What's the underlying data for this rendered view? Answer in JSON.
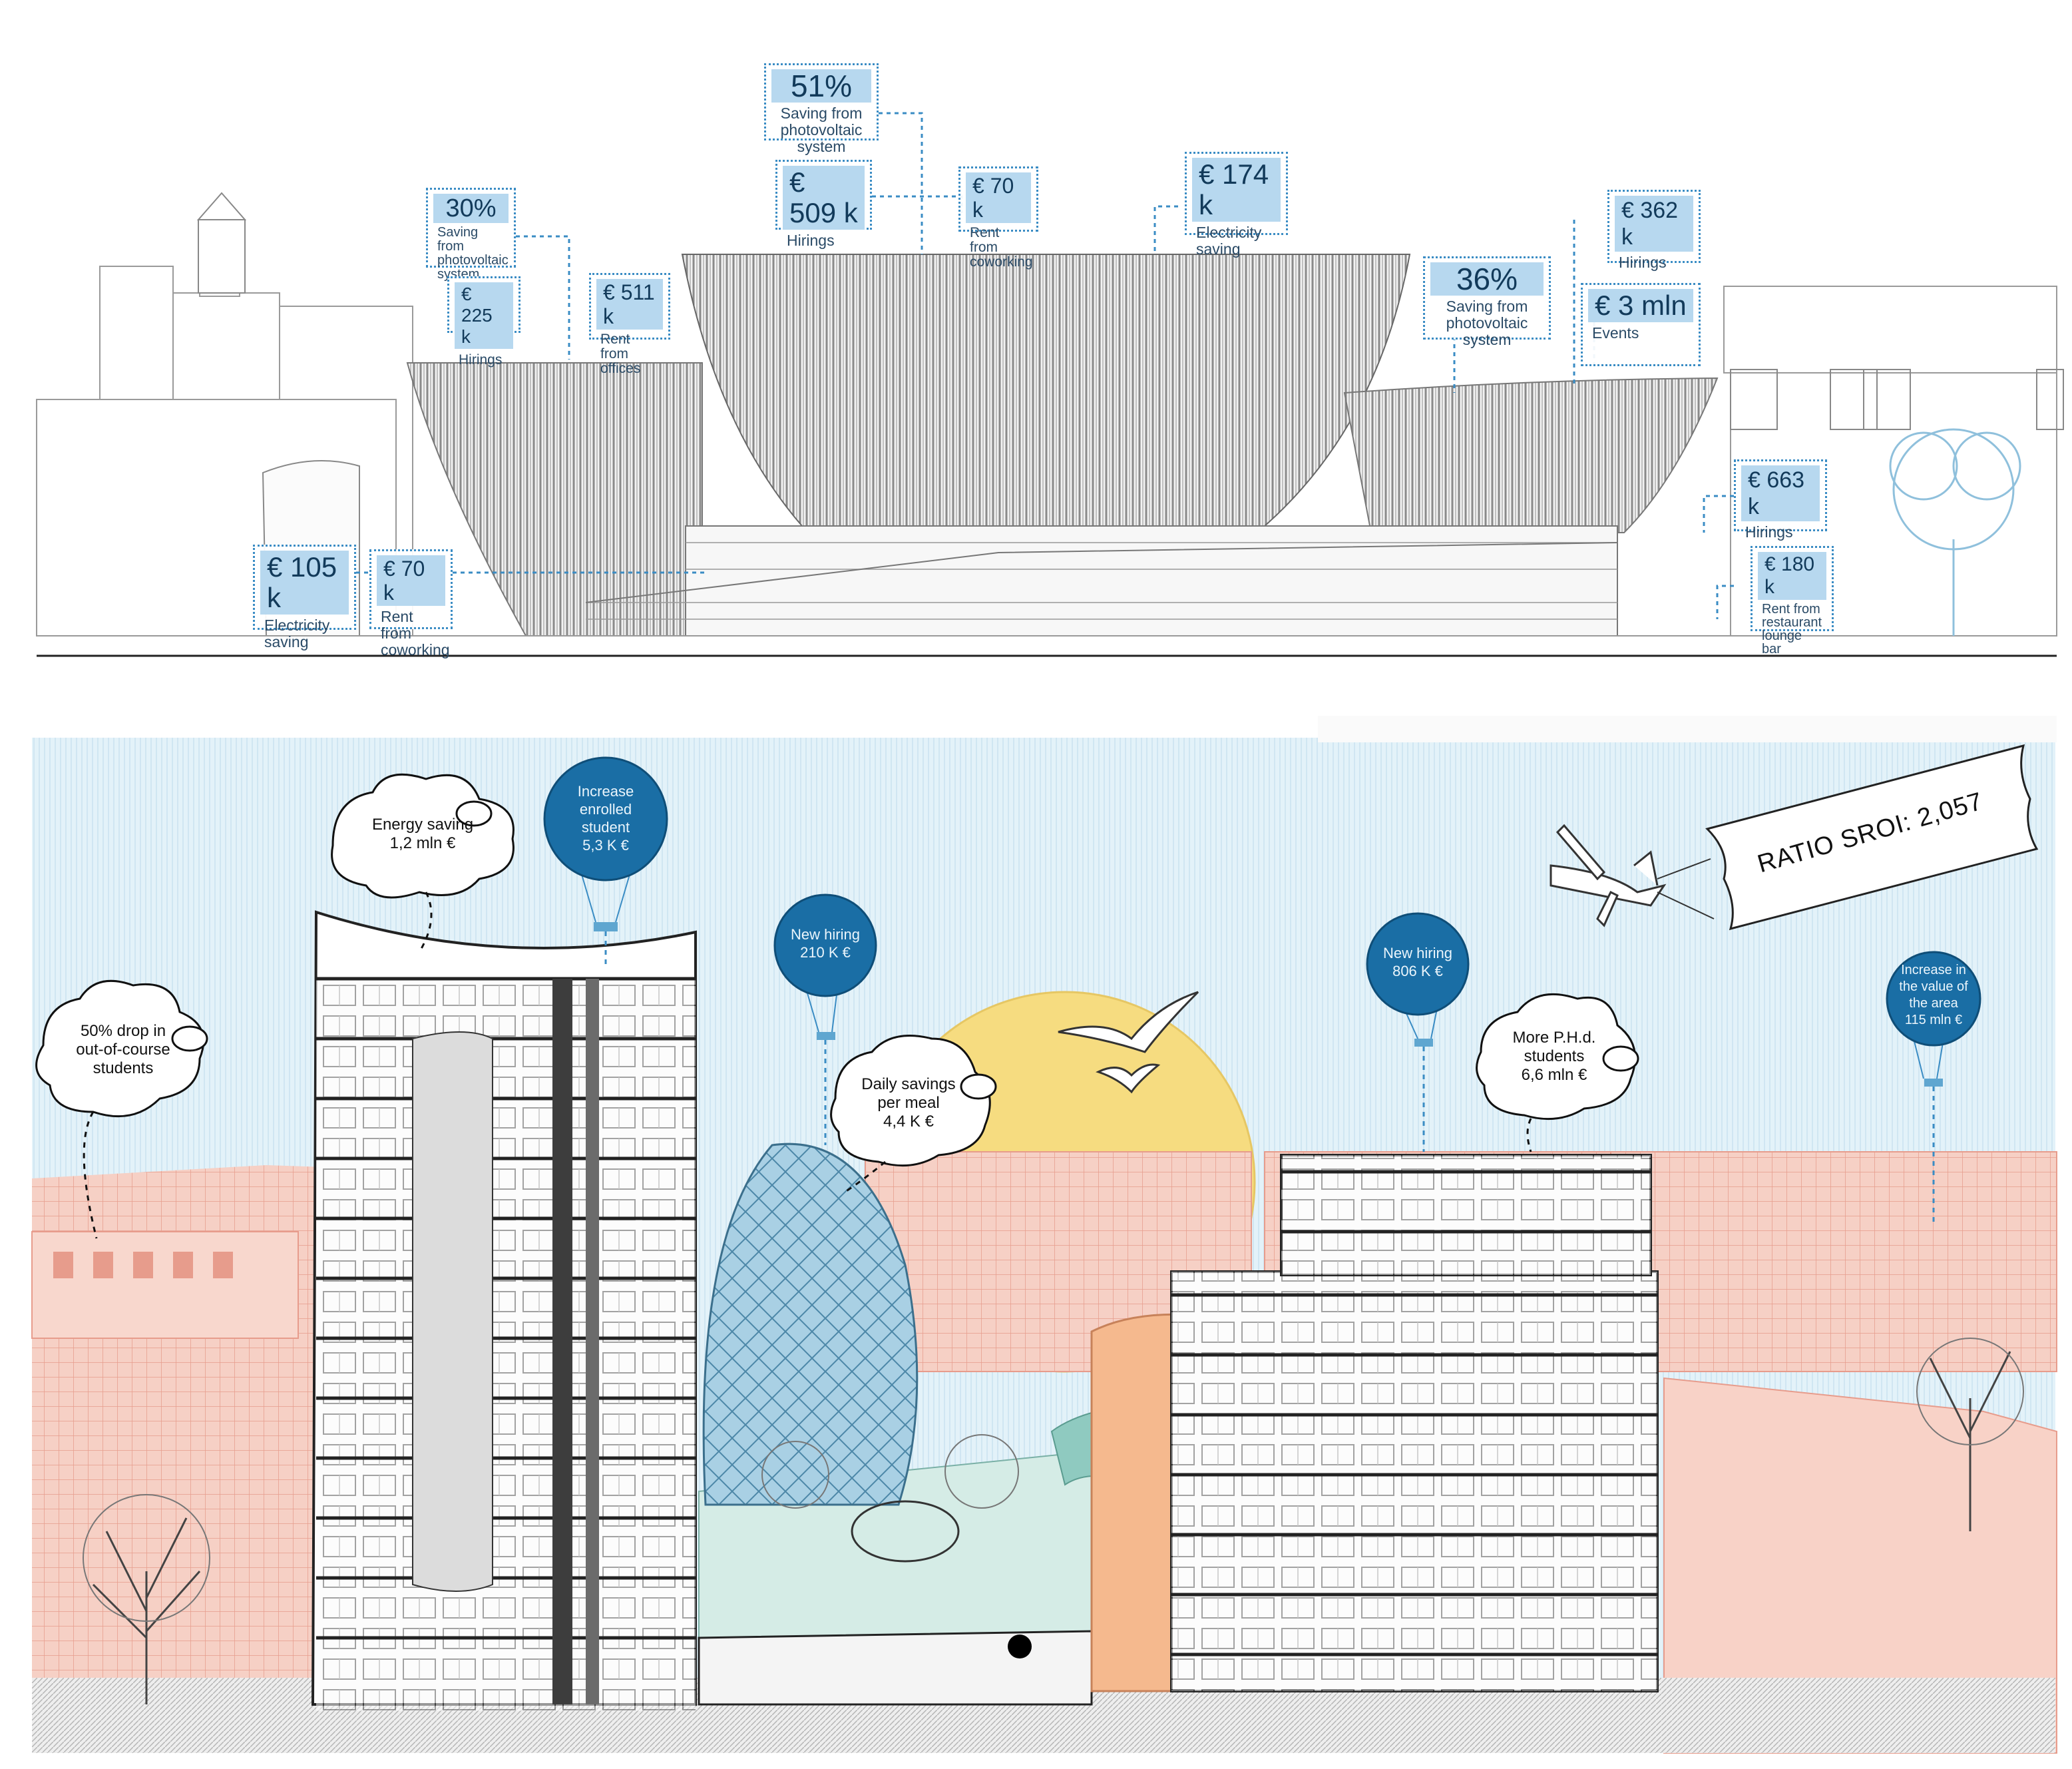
{
  "elevation_labels": [
    {
      "id": "pv-51",
      "value": "51%",
      "desc": "Saving from photovoltaic system"
    },
    {
      "id": "hirings-509k",
      "value": "€ 509 k",
      "desc": "Hirings"
    },
    {
      "id": "rent-coworking-70k-top",
      "value": "€ 70 k",
      "desc": "Rent from coworking"
    },
    {
      "id": "electricity-174k",
      "value": "€ 174 k",
      "desc": "Electricity saving"
    },
    {
      "id": "pv-30",
      "value": "30%",
      "desc": "Saving from photovoltaic system"
    },
    {
      "id": "hirings-225k",
      "value": "€ 225 k",
      "desc": "Hirings"
    },
    {
      "id": "rent-offices-511k",
      "value": "€ 511 k",
      "desc": "Rent from offices"
    },
    {
      "id": "hirings-362k",
      "value": "€ 362 k",
      "desc": "Hirings"
    },
    {
      "id": "pv-36",
      "value": "36%",
      "desc": "Saving from photovoltaic system"
    },
    {
      "id": "events-3mln",
      "value": "€ 3 mln",
      "desc": "Events"
    },
    {
      "id": "hirings-663k",
      "value": "€ 663 k",
      "desc": "Hirings"
    },
    {
      "id": "electricity-105k",
      "value": "€ 105 k",
      "desc": "Electricity saving"
    },
    {
      "id": "rent-coworking-70k-bottom",
      "value": "€ 70 k",
      "desc": "Rent from coworking"
    },
    {
      "id": "rent-restaurant-180k",
      "value": "€ 180 k",
      "desc": "Rent from restaurant lounge bar"
    }
  ],
  "clouds": [
    {
      "id": "energy-saving",
      "lines": [
        "Energy saving",
        "1,2 mln €"
      ]
    },
    {
      "id": "drop-students",
      "lines": [
        "50% drop in",
        "out-of-course",
        "students"
      ]
    },
    {
      "id": "daily-savings",
      "lines": [
        "Daily savings",
        "per meal",
        "4,4 K €"
      ]
    },
    {
      "id": "phd-students",
      "lines": [
        "More P.H.d.",
        "students",
        "6,6 mln €"
      ]
    }
  ],
  "balloons": [
    {
      "id": "enrolled-student",
      "lines": [
        "Increase",
        "enrolled",
        "student",
        "5,3 K €"
      ]
    },
    {
      "id": "new-hiring-210k",
      "lines": [
        "New hiring",
        "210 K €"
      ]
    },
    {
      "id": "new-hiring-806k",
      "lines": [
        "New hiring",
        "806 K €"
      ]
    },
    {
      "id": "area-value",
      "lines": [
        "Increase in",
        "the value of",
        "the area",
        "115 mln €"
      ]
    }
  ],
  "banner": {
    "text": "RATIO SROI: 2,057"
  },
  "colors": {
    "label_blue": "#b7d8ef",
    "balloon_blue": "#1a6ea5",
    "line_blue": "#3a8cc4",
    "sky": "#dff0f8",
    "salmon": "#f4c7bb",
    "sun": "#f6dc80"
  }
}
